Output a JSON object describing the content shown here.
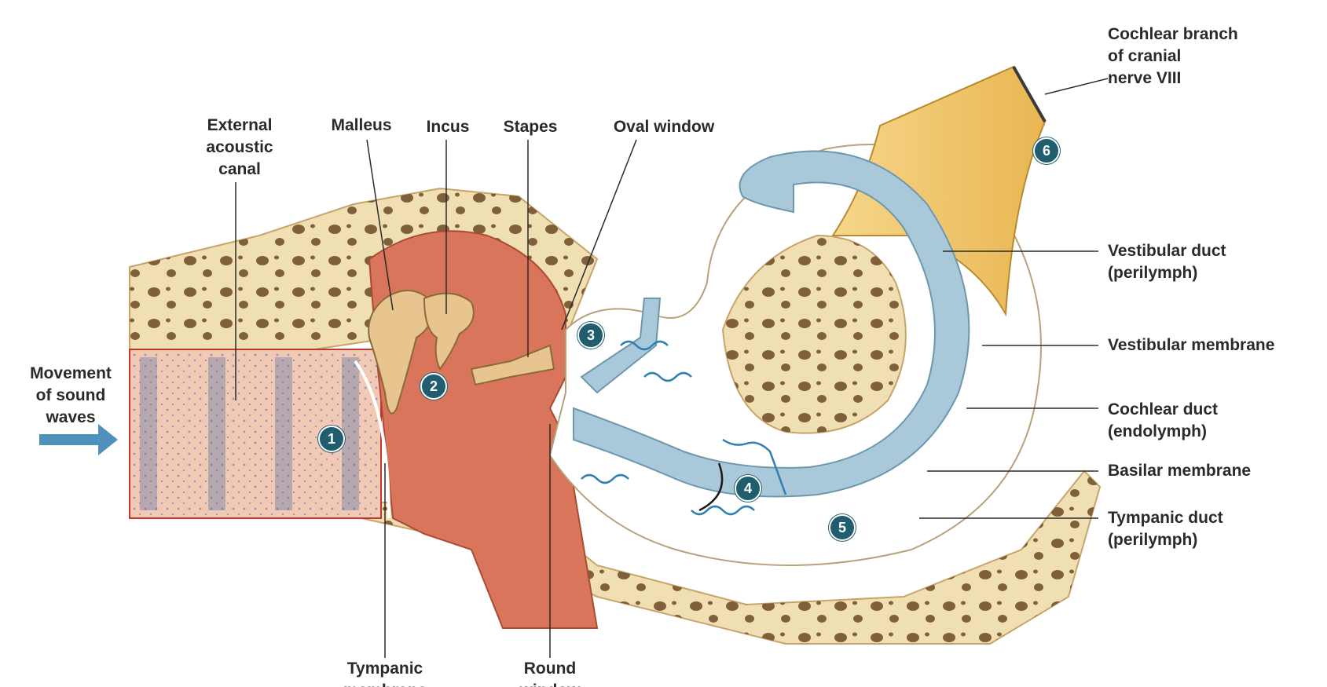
{
  "labels": {
    "external_acoustic_canal": [
      "External",
      "acoustic",
      "canal"
    ],
    "malleus": "Malleus",
    "incus": "Incus",
    "stapes": "Stapes",
    "oval_window": "Oval window",
    "cochlear_branch": [
      "Cochlear branch",
      "of cranial",
      "nerve VIII"
    ],
    "vestibular_duct": [
      "Vestibular duct",
      "(perilymph)"
    ],
    "vestibular_membrane": "Vestibular membrane",
    "cochlear_duct": [
      "Cochlear duct",
      "(endolymph)"
    ],
    "basilar_membrane": "Basilar membrane",
    "tympanic_duct": [
      "Tympanic duct",
      "(perilymph)"
    ],
    "movement_of_sound_waves": [
      "Movement",
      "of sound",
      "waves"
    ],
    "tympanic_membrane": [
      "Tympanic",
      "membrane"
    ],
    "round_window": [
      "Round",
      "window"
    ]
  },
  "steps": [
    "1",
    "2",
    "3",
    "4",
    "5",
    "6"
  ],
  "colors": {
    "bone": "#f1dfb4",
    "bone_pore": "#6b4a26",
    "middle_ear": "#d9755a",
    "canal": "#f2c9b4",
    "duct_blue": "#a9c9da",
    "nerve": "#f0c770",
    "step_fill": "#1f5d6f",
    "arrow_blue": "#2f7fb0"
  },
  "icons": [
    "sound-arrow-icon",
    "wave-arrow-icon"
  ]
}
